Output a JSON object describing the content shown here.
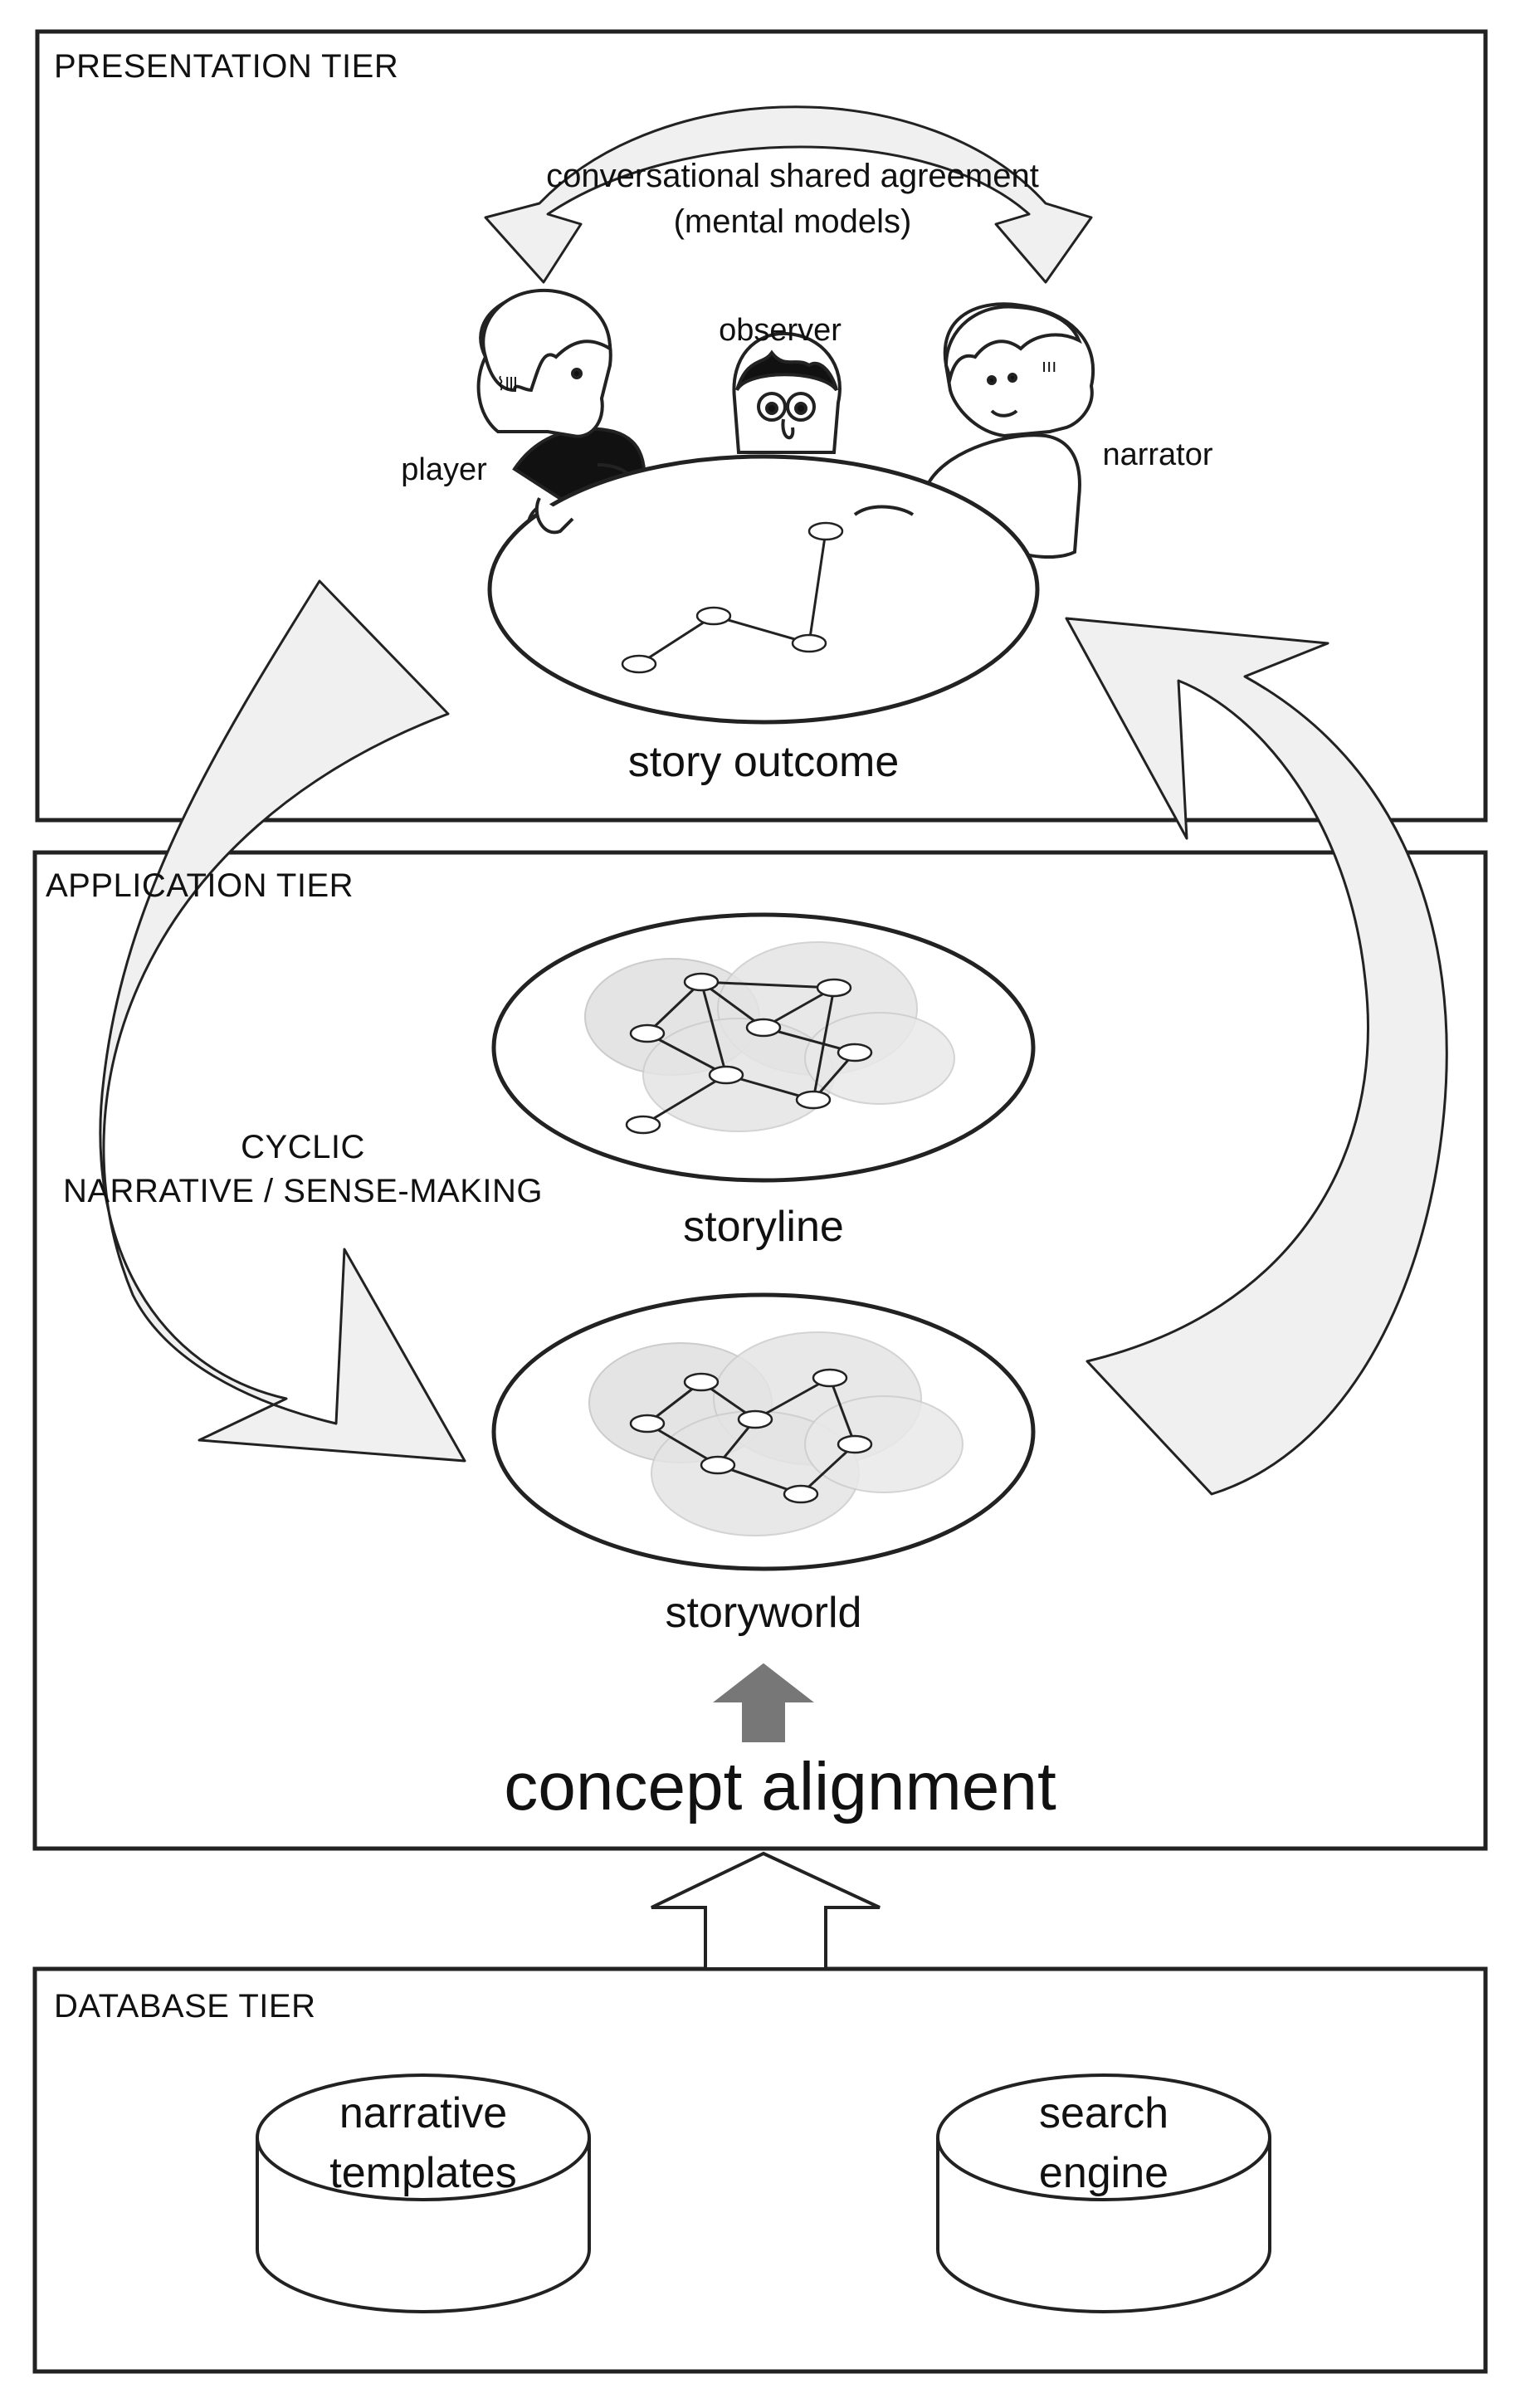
{
  "tiers": {
    "presentation": "PRESENTATION TIER",
    "application": "APPLICATION TIER",
    "database": "DATABASE TIER"
  },
  "presentation": {
    "agreement_line1": "conversational shared agreement",
    "agreement_line2": "(mental models)",
    "observer": "observer",
    "player": "player",
    "narrator": "narrator",
    "story_outcome": "story outcome"
  },
  "application": {
    "cyclic_line1": "CYCLIC",
    "cyclic_line2": "NARRATIVE / SENSE-MAKING",
    "storyline": "storyline",
    "storyworld": "storyworld",
    "concept_alignment": "concept alignment"
  },
  "database": {
    "narrative_templates_line1": "narrative",
    "narrative_templates_line2": "templates",
    "search_engine_line1": "search",
    "search_engine_line2": "engine"
  },
  "colors": {
    "line": "#222222",
    "arrow_fill": "#f0f0f0",
    "solid_arrow": "#777777",
    "cluster_fill": "#e4e4e4"
  }
}
